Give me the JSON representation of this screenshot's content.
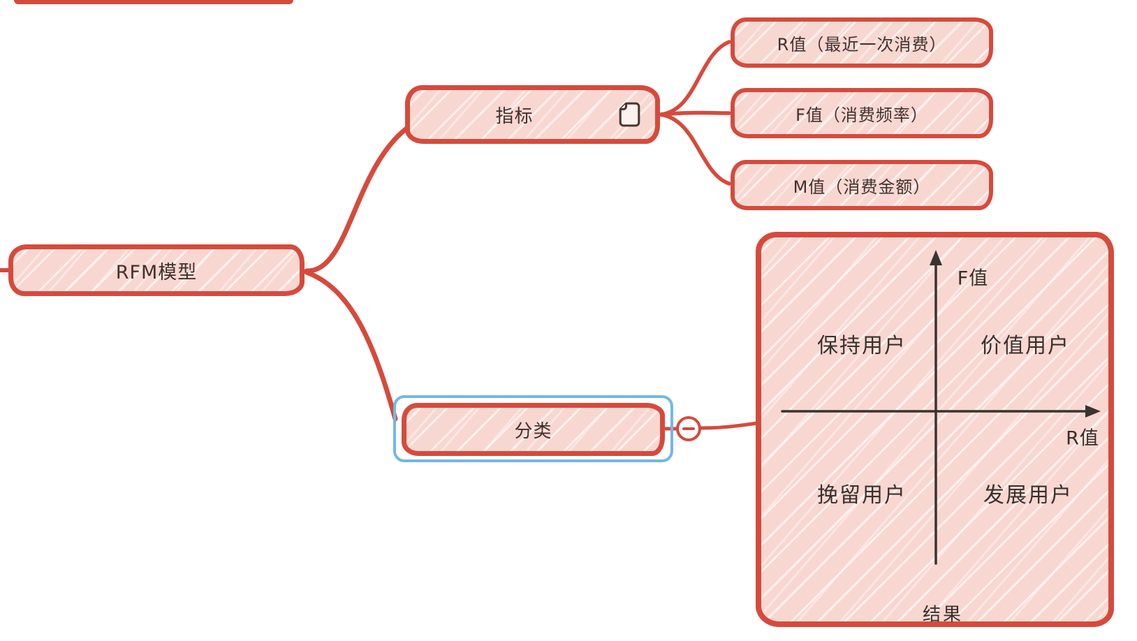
{
  "colors": {
    "branch_red": "#d64a3c",
    "node_fill_pink": "#f8d7d1",
    "selection_blue": "#74b7e5",
    "text_dark": "#43302c",
    "axis_dark": "#3a332f"
  },
  "root": {
    "label": "RFM模型"
  },
  "indicator_branch": {
    "label": "指标",
    "icon": "note-icon",
    "children": [
      {
        "label": "R值（最近一次消费）"
      },
      {
        "label": "F值（消费频率）"
      },
      {
        "label": "M值（消费金额）"
      }
    ]
  },
  "classify_branch": {
    "label": "分类",
    "selected": true,
    "collapse_icon": "minus-icon"
  },
  "quadrant_chart": {
    "type": "quadrant",
    "y_axis_label": "F值",
    "x_axis_label": "R值",
    "quadrants": {
      "top_left": "保持用户",
      "top_right": "价值用户",
      "bottom_left": "挽留用户",
      "bottom_right": "发展用户"
    },
    "caption": "结果"
  }
}
